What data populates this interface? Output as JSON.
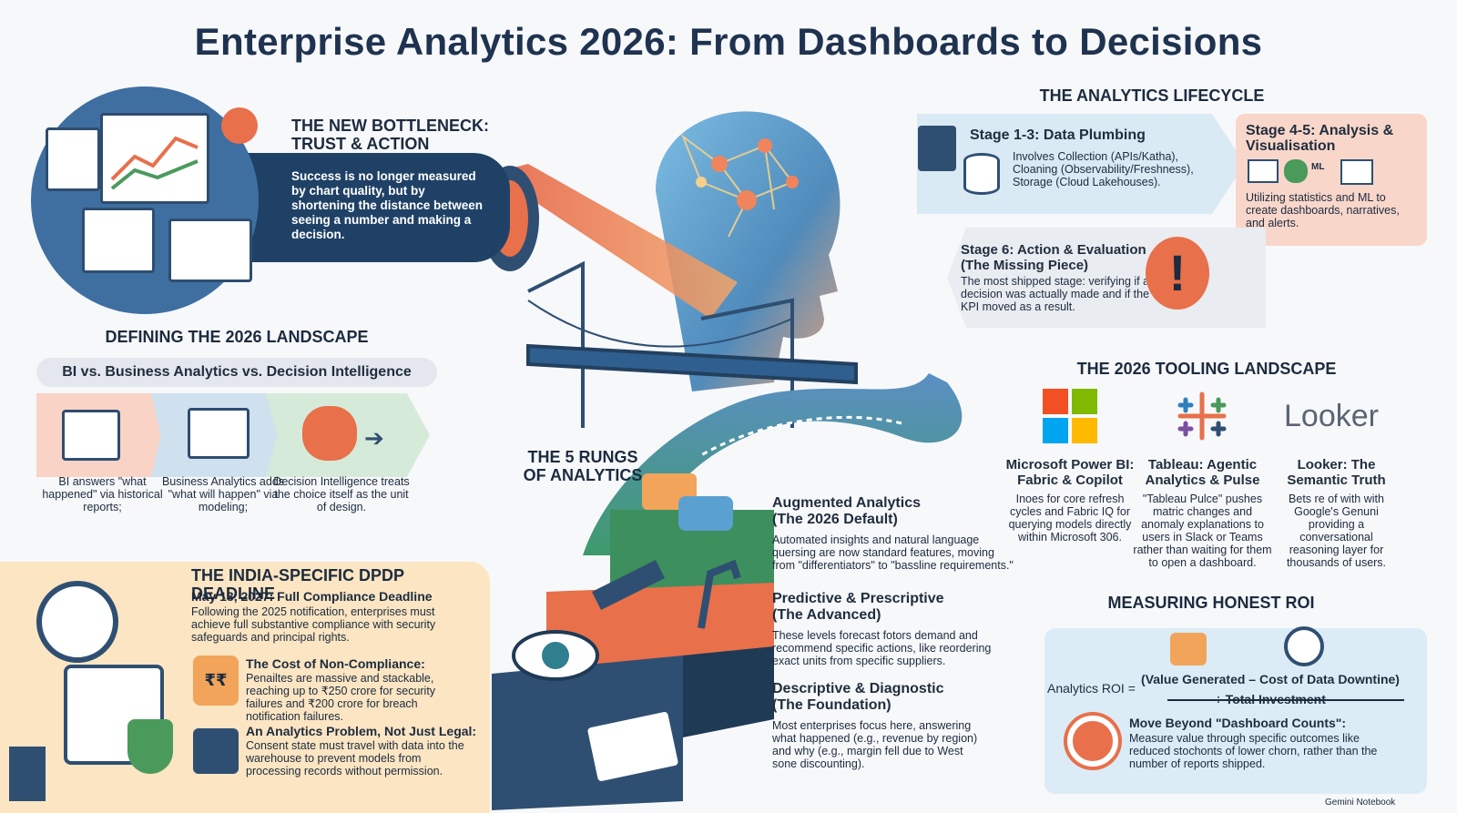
{
  "title": "Enterprise Analytics 2026: From Dashboards to Decisions",
  "bottleneck": {
    "heading_line1": "THE NEW BOTTLENECK:",
    "heading_line2": "TRUST & ACTION",
    "body": "Success is no longer measured by chart quality, but by shortening the distance between seeing a number and making a decision."
  },
  "landscape": {
    "heading": "DEFINING THE 2026 LANDSCAPE",
    "subheading": "BI vs. Business Analytics vs. Decision Intelligence",
    "items": [
      {
        "text": "BI answers \"what happened\" via historical reports;",
        "icon": "bar-chart-icon",
        "color": "#f8d3c6"
      },
      {
        "text": "Business Analytics adds \"what will happen\" via modeling;",
        "icon": "trend-chart-icon",
        "color": "#cfe1ee"
      },
      {
        "text": "Decision Intelligence treats the choice itself as the unit of design.",
        "icon": "brain-icon",
        "color": "#d6ead9"
      }
    ]
  },
  "india": {
    "heading": "THE INDIA-SPECIFIC DPDP DEADLINE",
    "deadline": "May 13, 2027: Full Compliance Deadline",
    "deadline_body": "Following the 2025 notification, enterprises must achieve full substantive compliance with security safeguards and principal rights.",
    "cost_title": "The Cost of Non-Compliance:",
    "cost_body": "Penailtes are massive and stackable, reaching up to ₹250 crore for security failures and ₹200 crore for breach notification failures.",
    "problem_title": "An Analytics Problem, Not Just Legal:",
    "problem_body": "Consent state must travel with data into the warehouse to prevent models from processing records without permission.",
    "rupee_symbol": "₹₹"
  },
  "rungs": {
    "heading_line1": "THE 5 RUNGS",
    "heading_line2": "OF ANALYTICS",
    "items": [
      {
        "title": "Augmented Analytics",
        "subtitle": "(The 2026 Default)",
        "body": "Automated insights and natural language quersing are now standard features, moving from \"differentiators\" to \"bassline requirements.\""
      },
      {
        "title": "Predictive & Prescriptive",
        "subtitle": "(The Advanced)",
        "body": "These levels forecast fotors demand and recommend specific actions, like reordering exact units from specific suppliers."
      },
      {
        "title": "Descriptive & Diagnostic",
        "subtitle": "(The Foundation)",
        "body": "Most enterprises focus here, answering what happened (e.g., revenue by region) and why (e.g., margin fell due to West sone discounting)."
      }
    ]
  },
  "lifecycle": {
    "heading": "THE ANALYTICS LIFECYCLE",
    "stage12_title": "Stage 1-3: Data Plumbing",
    "stage12_body": "Involves Collection (APIs/Katha), Cloaning (Observability/Freshness), Storage (Cloud Lakehouses).",
    "stage45_title": "Stage 4-5: Analysis & Visualisation",
    "stage45_ml": "ML",
    "stage45_body": "Utilizing statistics and ML to create dashboards, narratives, and alerts.",
    "stage6_title": "Stage 6: Action & Evaluation",
    "stage6_subtitle": "(The Missing Piece)",
    "stage6_body": "The most shipped stage: verifying if a decision was actually made and if the KPI moved as a result.",
    "stage6_mark": "!"
  },
  "tooling": {
    "heading": "THE 2026 TOOLING LANDSCAPE",
    "looker_logo": "Looker",
    "tools": [
      {
        "title": "Microsoft Power BI: Fabric & Copilot",
        "body": "Inoes for core refresh cycles and Fabric IQ for querying models directly within Microsoft 306."
      },
      {
        "title": "Tableau: Agentic Analytics & Pulse",
        "body": "\"Tableau Pulce\" pushes matric changes and anomaly explanations to users in Slack or Teams rather than waiting for them to open a dashboard."
      },
      {
        "title": "Looker: The Semantic Truth",
        "body": "Bets re of with with Google's Genuni providing a conversational reasoning layer for thousands of users."
      }
    ]
  },
  "roi": {
    "heading": "MEASURING HONEST ROI",
    "label": "Analytics ROI =",
    "numerator": "(Value Generated – Cost of Data Downtine)",
    "denominator": "÷ Total Investment",
    "beyond_title": "Move Beyond \"Dashboard Counts\":",
    "beyond_body": "Measure value through specific outcomes like reduced stochonts of lower chorn, rather than the number of reports shipped."
  },
  "watermark": "Gemini Notebook",
  "colors": {
    "navy": "#1f3350",
    "orange": "#e8704a",
    "teal": "#2f7f8f",
    "green": "#4a9a5c"
  }
}
